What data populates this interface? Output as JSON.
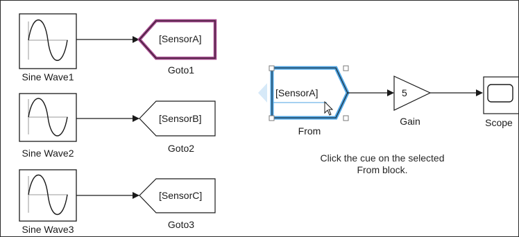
{
  "blocks": {
    "sine_waves": [
      {
        "label": "Sine Wave1"
      },
      {
        "label": "Sine Wave2"
      },
      {
        "label": "Sine Wave3"
      }
    ],
    "gotos": [
      {
        "tag": "[SensorA]",
        "label": "Goto1",
        "highlighted": true
      },
      {
        "tag": "[SensorB]",
        "label": "Goto2",
        "highlighted": false
      },
      {
        "tag": "[SensorC]",
        "label": "Goto3",
        "highlighted": false
      }
    ],
    "from": {
      "tag": "[SensorA]",
      "label": "From",
      "selected": true
    },
    "gain": {
      "value": "5",
      "label": "Gain"
    },
    "scope": {
      "label": "Scope"
    }
  },
  "hint": {
    "line1": "Click the cue on the selected",
    "line2": "From block."
  },
  "colors": {
    "highlight_pink": "#a4448c",
    "selection_blue": "#4ba3e3",
    "cue_light_blue": "#d6e9f8",
    "block_stroke": "#1a1a1a"
  }
}
